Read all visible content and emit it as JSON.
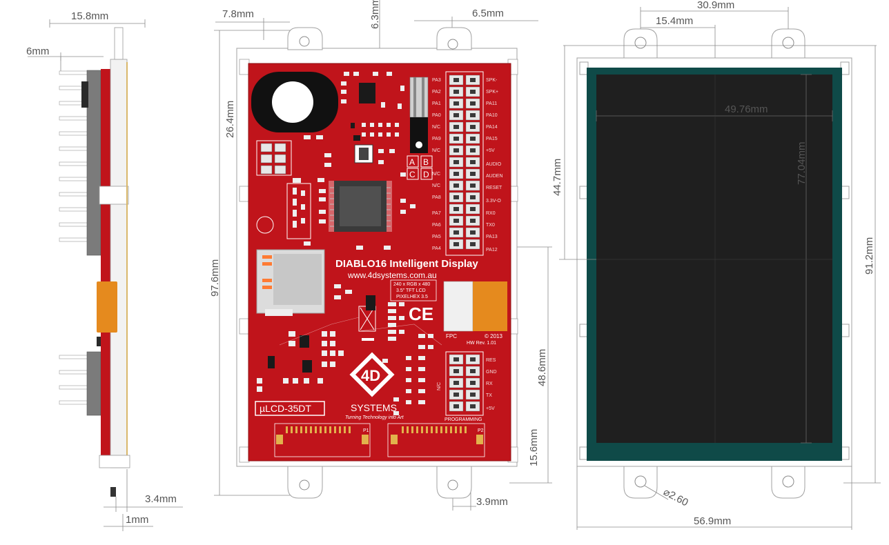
{
  "side_view": {
    "dim_total_width": "15.8mm",
    "dim_offset": "6mm",
    "dim_bottom_a": "3.4mm",
    "dim_bottom_b": "1mm"
  },
  "rear_view": {
    "dim_hole_left": "7.8mm",
    "dim_hole_top": "6.3mm",
    "dim_hole_right": "6.5mm",
    "dim_speaker": "26.4mm",
    "dim_height": "97.6mm",
    "dim_fpc": "48.6mm",
    "dim_bottom_h": "15.6mm",
    "dim_bottom_w": "3.9mm",
    "board": {
      "title": "DIABLO16 Intelligent Display",
      "url": "www.4dsystems.com.au",
      "lcd_box": [
        "240 x RGB x 480",
        "3.5\" TFT LCD",
        "PIXELHEX 3.5"
      ],
      "model": "µLCD-35DT",
      "brand": "SYSTEMS",
      "slogan": "Turning Technology into Art",
      "ce": "CE",
      "copyright": "© 2013",
      "hw_rev": "HW Rev. 1.01",
      "prog": "PROGRAMMING",
      "jumper_labels": [
        "A",
        "B",
        "C",
        "D"
      ],
      "h1_pins": [
        "SPK-",
        "SPK+",
        "PA11",
        "PA10",
        "PA14",
        "PA15",
        "+5V",
        "AUDIO",
        "AUDEN",
        "RESET",
        "3.3V-O",
        "RX0",
        "TX0",
        "PA13",
        "PA12"
      ],
      "h1_left": [
        "PA3",
        "PA2",
        "PA1",
        "PA0",
        "N/C",
        "PA9",
        "N/C",
        "N/C",
        "N/C",
        "PA8",
        "PA7",
        "PA6",
        "PA5",
        "PA4"
      ],
      "h2_pins": [
        "RES",
        "GND",
        "RX",
        "TX",
        "+5V"
      ],
      "h2_side": "N/C",
      "conn_labels": [
        "P1",
        "P2"
      ]
    }
  },
  "front_view": {
    "dim_hole_span": "30.9mm",
    "dim_hole_left": "15.4mm",
    "dim_active_w": "49.76mm",
    "dim_active_h": "77.04mm",
    "dim_center": "44.7mm",
    "dim_height": "91.2mm",
    "dim_width": "56.9mm",
    "dim_hole_dia": "⌀2.60"
  },
  "colors": {
    "pcb": "#c0141b",
    "pcb_dark": "#9a0f14",
    "bezel": "#0f4a48",
    "screen": "#1f1f1f",
    "fpc": "#e58a1e"
  }
}
